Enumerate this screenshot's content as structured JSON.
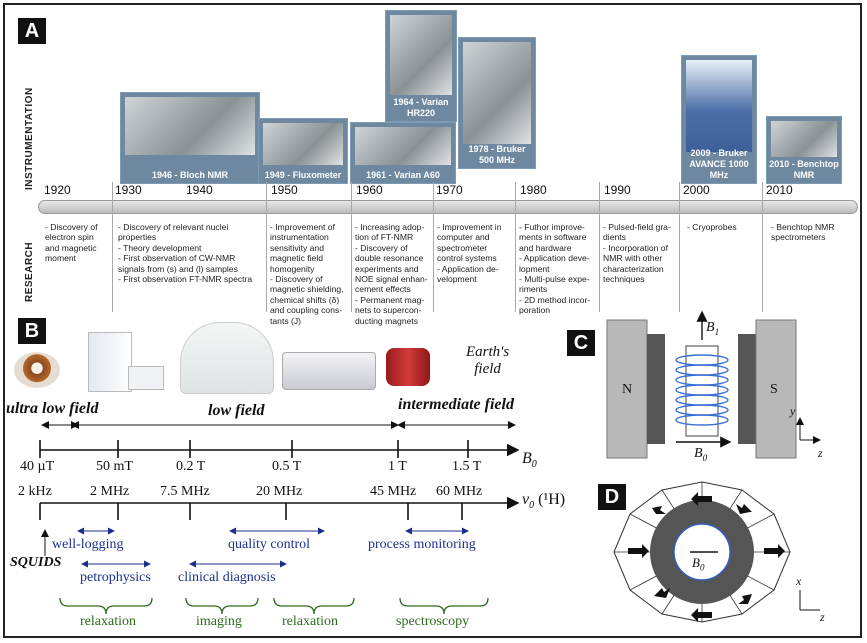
{
  "panels": {
    "a": "A",
    "b": "B",
    "c": "C",
    "d": "D"
  },
  "panel_a": {
    "side_labels": {
      "instrumentation": "INSTRUMENTATION",
      "research": "RESEARCH"
    },
    "decades": [
      "1920",
      "1930",
      "1940",
      "1950",
      "1960",
      "1970",
      "1980",
      "1990",
      "2000",
      "2010"
    ],
    "instruments": [
      {
        "caption": "1946 - Bloch NMR"
      },
      {
        "caption": "1949 - Fluxometer"
      },
      {
        "caption": "1961 - Varian A60"
      },
      {
        "caption": "1964 - Varian HR220"
      },
      {
        "caption": "1978 - Bruker 500 MHz"
      },
      {
        "caption": "2009 - Bruker AVANCE 1000 MHz"
      },
      {
        "caption": "2010 - Benchtop NMR"
      }
    ],
    "research": [
      "- Discovery of\nelectron spin\nand magnetic\nmoment",
      "- Discovery of relevant nuclei\nproperties\n- Theory development\n- First observation of CW-NMR\nsignals from (s) and (l) samples\n- First observation FT-NMR spectra",
      "- Improvement of\ninstrumentation\nsensitivity and\nmagnetic field\nhomogenity\n- Discovery of\nmagnetic shielding,\nchemical shifts (δ)\nand coupling cons-\ntants (J)",
      "- Increasing adop-\ntion of FT-NMR\n- Discovery of\ndouble resonance\nexperiments and\nNOE signal enhan-\ncement effects\n- Permanent mag-\nnets to supercon-\nducting magnets",
      "- Improvement in\ncomputer and\nspectrometer\ncontrol systems\n- Application de-\nvelopment",
      "- Futhor improve-\nments in software\nand hardware\n- Application deve-\nlopment\n- Multi-pulse expe-\nriments\n- 2D method incor-\nporation",
      "- Pulsed-field gra-\ndients\n- Incorporation of\nNMR with other\ncharacterization\ntechniques",
      "- Cryoprobes",
      "- Benchtop NMR\nspectrometers"
    ]
  },
  "panel_b": {
    "earth_field": "Earth's\nfield",
    "ranges": {
      "ultra_low": "ultra low field",
      "low": "low field",
      "intermediate": "intermediate field"
    },
    "b0_label": "B",
    "b0_sub": "0",
    "b0_ticks": [
      "40 µT",
      "50 mT",
      "0.2 T",
      "0.5 T",
      "1 T",
      "1.5 T"
    ],
    "nu_label": "ν",
    "nu_sub": "0",
    "nu_suffix": " (¹H)",
    "nu_ticks": [
      "2 kHz",
      "2 MHz",
      "7.5 MHz",
      "20 MHz",
      "45 MHz",
      "60 MHz"
    ],
    "applications": {
      "well_logging": "well-logging",
      "squids": "SQUIDS",
      "petrophysics": "petrophysics",
      "clinical": "clinical diagnosis",
      "quality": "quality control",
      "process": "process monitoring"
    },
    "methods": [
      "relaxation",
      "imaging",
      "relaxation",
      "spectroscopy"
    ]
  },
  "panel_c": {
    "north": "N",
    "south": "S",
    "b1": "B",
    "b1_sub": "1",
    "b0": "B",
    "b0_sub": "0",
    "y": "y",
    "z": "z"
  },
  "panel_d": {
    "b0": "B",
    "b0_sub": "0",
    "x": "x",
    "z": "z"
  }
}
